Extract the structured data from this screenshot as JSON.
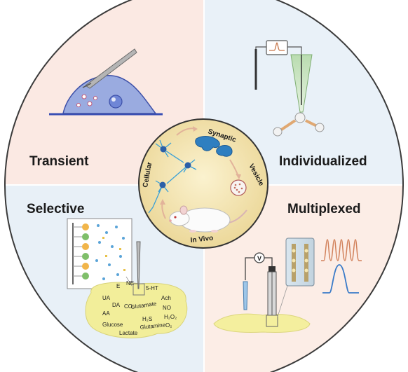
{
  "quadrants": {
    "top_left": "Transient",
    "top_right": "Individualized",
    "bottom_left": "Selective",
    "bottom_right": "Multiplexed"
  },
  "center": {
    "synaptic": "Synaptic",
    "vesicle": "Vesicle",
    "cellular": "Cellular",
    "in_vivo": "In Vivo"
  },
  "analytes": [
    "E",
    "NE",
    "5-HT",
    "UA",
    "DA",
    "CO",
    "Ach",
    "Glutamate",
    "NO",
    "AA",
    "H₂S",
    "H₂O₂",
    "Glucose",
    "Glutamine",
    "O₂",
    "Lactate"
  ],
  "meter_symbol": "V",
  "colors": {
    "top_left_bg": "#fbe9e3",
    "top_right_bg": "#e8f1f8",
    "bottom_left_bg": "#e8f1f8",
    "bottom_right_bg": "#fbece4",
    "center_fill": "#f3e6b4",
    "outline": "#333333"
  }
}
